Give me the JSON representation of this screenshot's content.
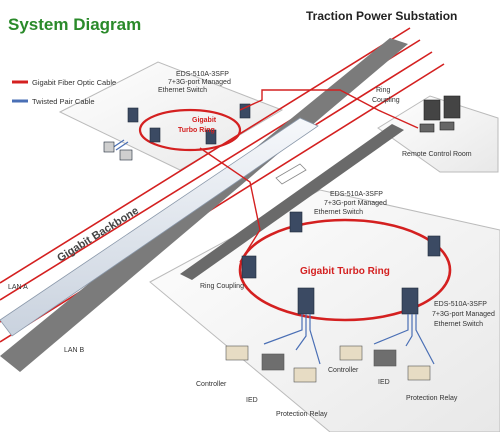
{
  "title": "System Diagram",
  "header": "Traction Power Substation",
  "legend": {
    "fiber": "Gigabit Fiber Optic Cable",
    "twisted": "Twisted Pair Cable",
    "fiber_color": "#d42020",
    "twisted_color": "#4a6fb5"
  },
  "backbone_label": "Gigabit Backbone",
  "lan_a": "LAN A",
  "lan_b": "LAN B",
  "top_switch": {
    "line1": "EDS-510A-3SFP",
    "line2": "7+3G-port Managed",
    "line3": "Ethernet Switch"
  },
  "small_ring": {
    "line1": "Gigabit",
    "line2": "Turbo Ring"
  },
  "ring_coupling_top": {
    "line1": "Ring",
    "line2": "Coupling"
  },
  "remote_control_room": "Remote Control Room",
  "mid_switch": {
    "line1": "EDS-510A-3SFP",
    "line2": "7+3G-port Managed",
    "line3": "Ethernet Switch"
  },
  "big_ring": "Gigabit Turbo Ring",
  "ring_coupling_bottom": "Ring Coupling",
  "right_switch": {
    "line1": "EDS-510A-3SFP",
    "line2": "7+3G-port Managed",
    "line3": "Ethernet Switch"
  },
  "left_group": {
    "controller": "Controller",
    "ied": "IED",
    "relay": "Protection Relay"
  },
  "right_group": {
    "controller": "Controller",
    "ied": "IED",
    "relay": "Protection Relay"
  },
  "colors": {
    "title_green": "#2a8a2a",
    "ring_red": "#d42020",
    "platform": "#f2f2f2"
  }
}
